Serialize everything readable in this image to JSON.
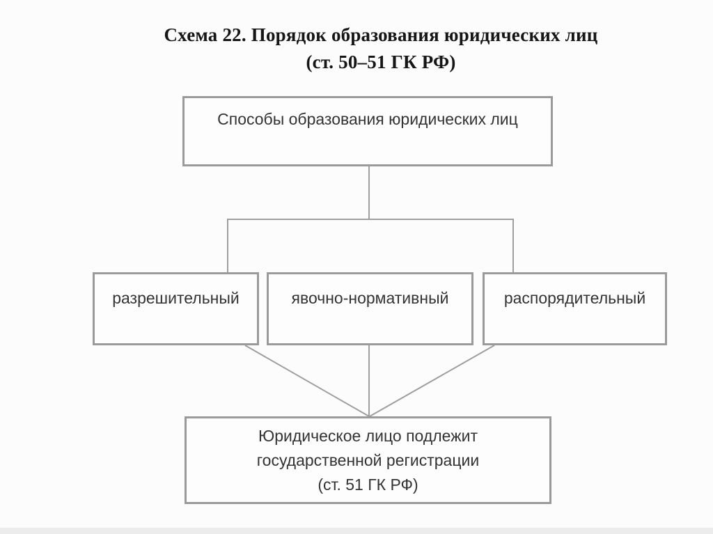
{
  "title": {
    "line1": "Схема 22. Порядок образования юридических лиц",
    "line2": "(ст. 50–51 ГК РФ)"
  },
  "diagram": {
    "root_box": {
      "label": "Способы образования юридических лиц"
    },
    "method_boxes": [
      {
        "label": "разрешительный"
      },
      {
        "label": "явочно-нормативный"
      },
      {
        "label": "распорядительный"
      }
    ],
    "result_box": {
      "lines": [
        "Юридическое лицо подлежит",
        "государственной регистрации",
        "(ст. 51 ГК РФ)"
      ]
    }
  },
  "colors": {
    "background": "#fcfcfc",
    "box_border": "#9a9a9a",
    "connector_line": "#9e9e9e",
    "title_text": "#161616",
    "box_text": "#333333"
  }
}
